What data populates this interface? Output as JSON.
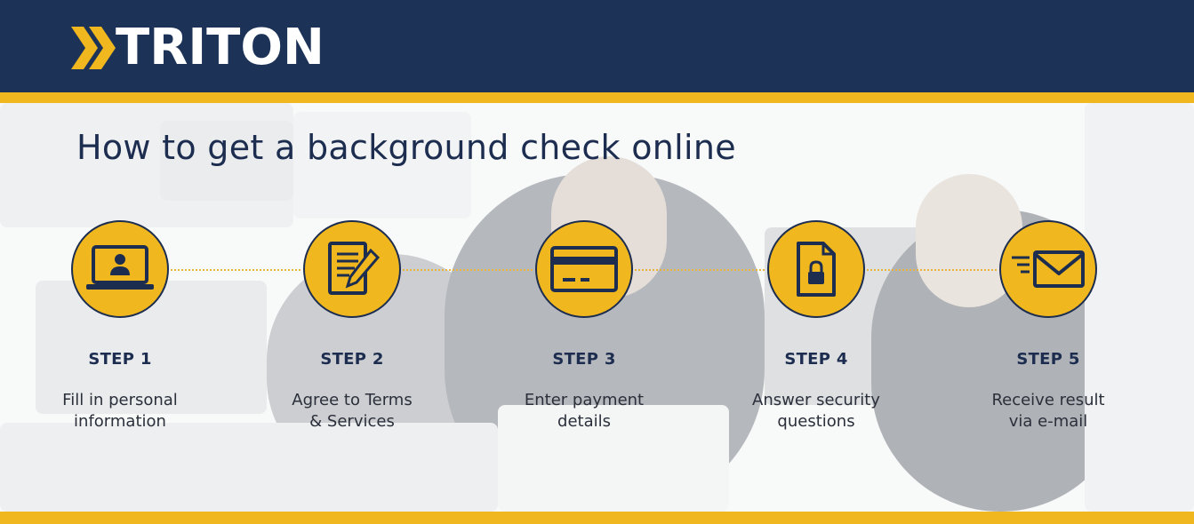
{
  "brand": {
    "logo_text": "TRITON",
    "colors": {
      "navy": "#1c3257",
      "gold": "#f0b81e"
    }
  },
  "title": "How to get a background check online",
  "steps": [
    {
      "label": "STEP 1",
      "desc_line1": "Fill in personal",
      "desc_line2": "information",
      "icon": "laptop-user-icon"
    },
    {
      "label": "STEP 2",
      "desc_line1": "Agree to Terms",
      "desc_line2": "& Services",
      "icon": "document-pen-icon"
    },
    {
      "label": "STEP 3",
      "desc_line1": "Enter payment",
      "desc_line2": "details",
      "icon": "credit-card-icon"
    },
    {
      "label": "STEP 4",
      "desc_line1": "Answer security",
      "desc_line2": "questions",
      "icon": "locked-file-icon"
    },
    {
      "label": "STEP 5",
      "desc_line1": "Receive result",
      "desc_line2": "via e-mail",
      "icon": "fast-mail-icon"
    }
  ]
}
